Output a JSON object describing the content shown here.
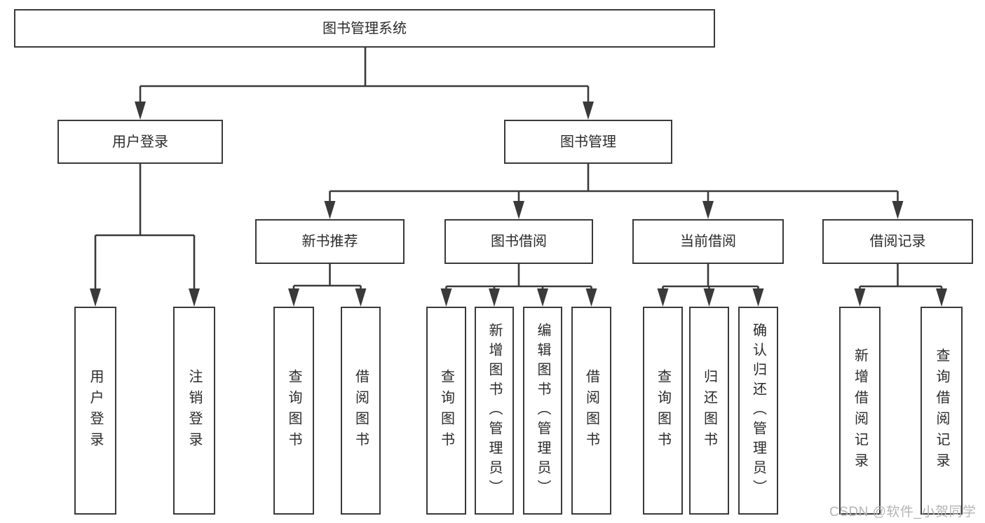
{
  "diagram": {
    "root": {
      "label": "图书管理系统"
    },
    "level1": [
      {
        "label": "用户登录"
      },
      {
        "label": "图书管理"
      }
    ],
    "level2": [
      {
        "label": "新书推荐"
      },
      {
        "label": "图书借阅"
      },
      {
        "label": "当前借阅"
      },
      {
        "label": "借阅记录"
      }
    ],
    "leaves": {
      "user": [
        "用户登录",
        "注销登录"
      ],
      "recommend": [
        "查询图书",
        "借阅图书"
      ],
      "borrow": [
        "查询图书",
        "新增图书（管理员）",
        "编辑图书（管理员）",
        "借阅图书"
      ],
      "current": [
        "查询图书",
        "归还图书",
        "确认归还（管理员）"
      ],
      "records": [
        "新增借阅记录",
        "查询借阅记录"
      ]
    }
  },
  "watermark": "CSDN @软件_小贺同学",
  "colors": {
    "line": "#3a3a3a",
    "text": "#2b2b2b",
    "watermark": "#b4b4b8",
    "background": "#ffffff"
  }
}
